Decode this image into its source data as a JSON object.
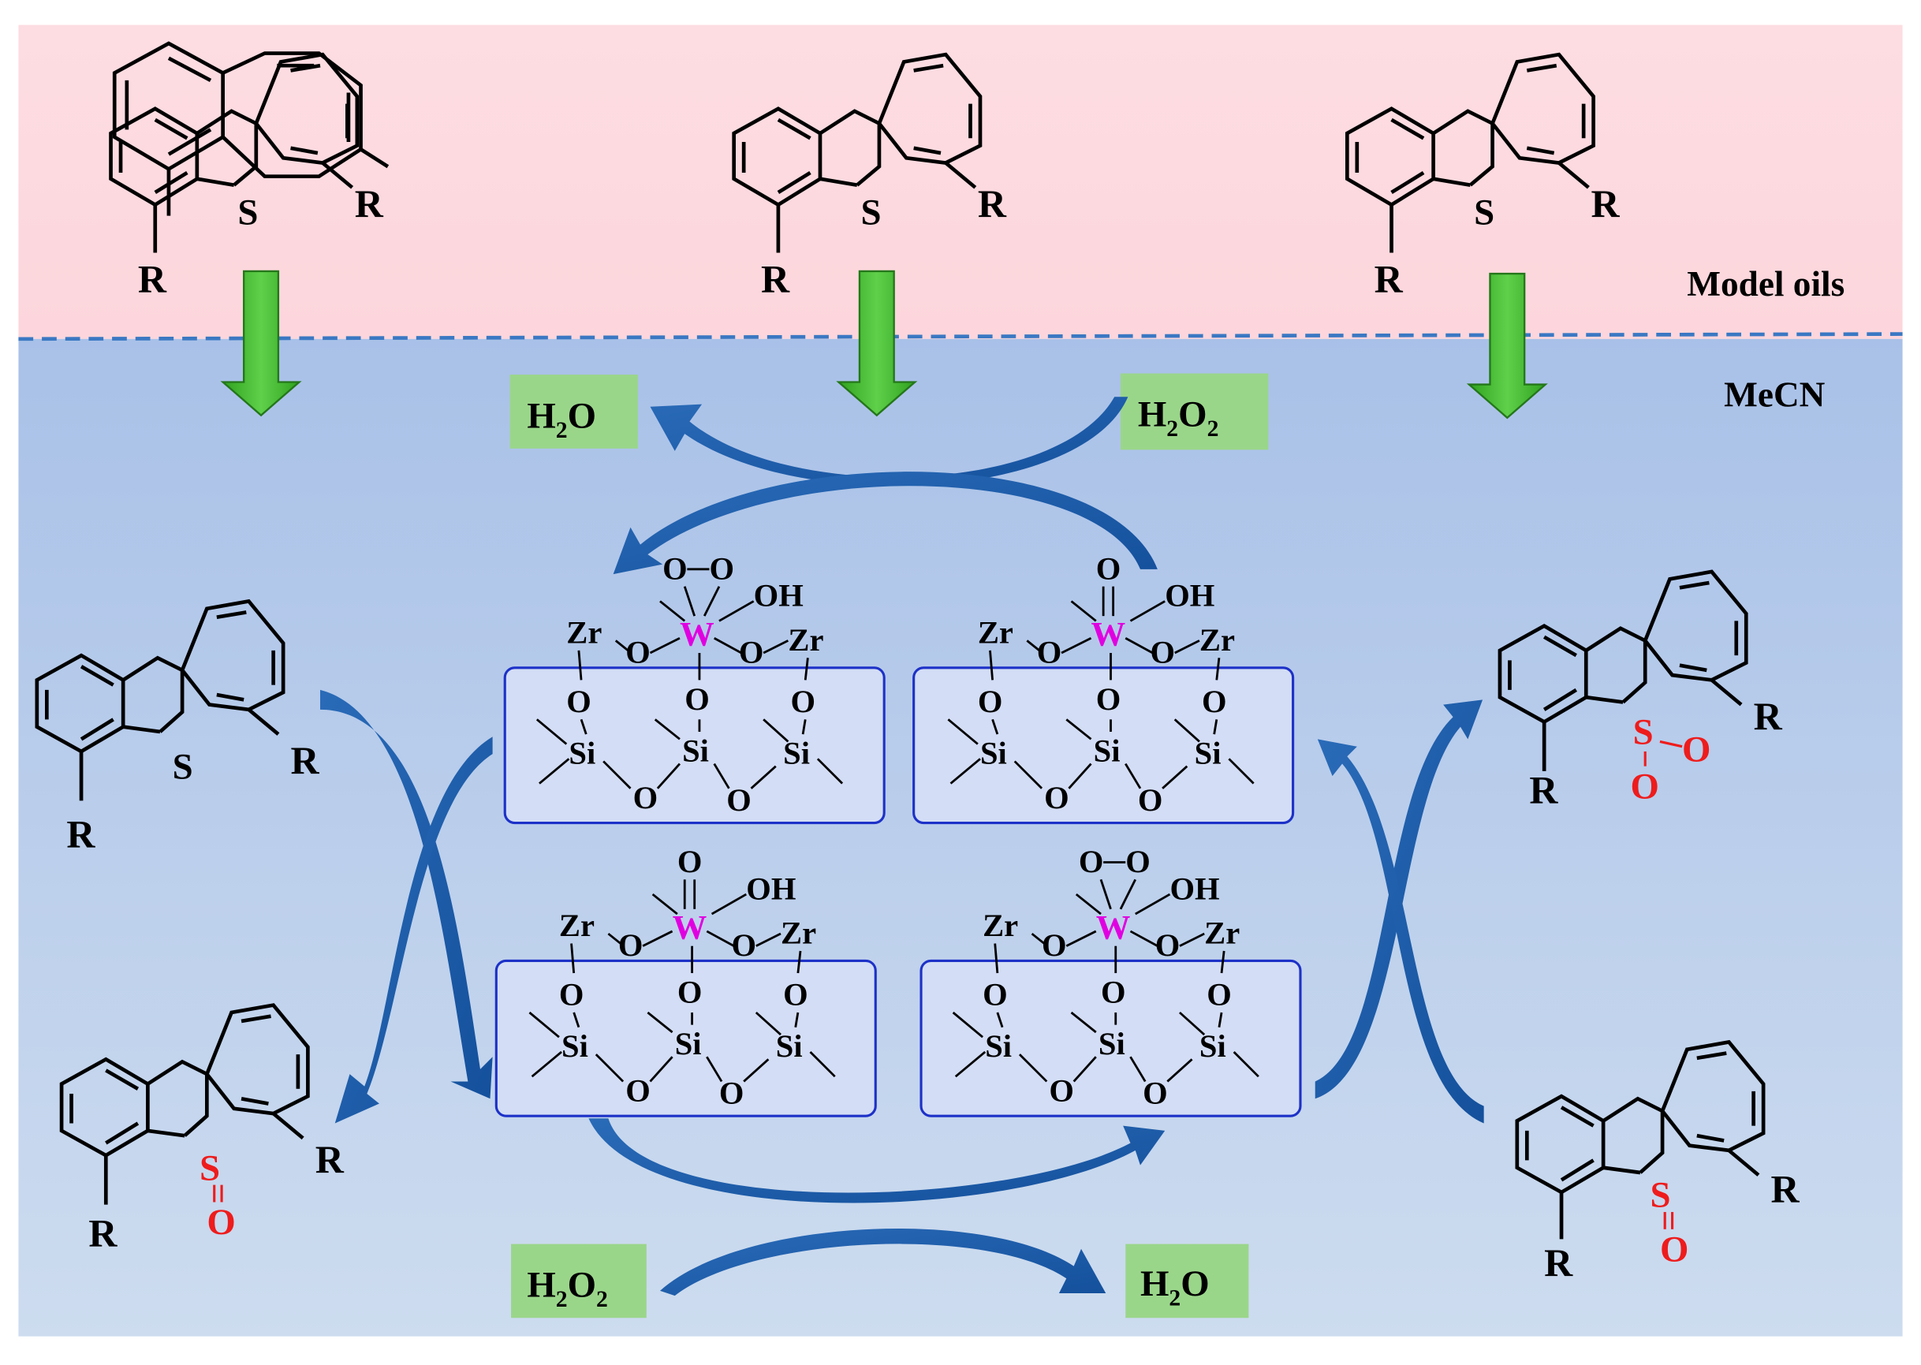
{
  "phases": {
    "oil_label": "Model oils",
    "solvent_label": "MeCN",
    "oil_color": "#fddde2",
    "solvent_color_top": "#a9c1e8",
    "solvent_color_bottom": "#cddcef"
  },
  "molecules": {
    "dbt_substituent": "R",
    "sulfur": "S",
    "oxygen": "O"
  },
  "catalyst": {
    "metal": "W",
    "zirconium": "Zr",
    "silicon": "Si",
    "oxygen": "O",
    "hydroxyl": "OH",
    "metal_color": "#e000e0"
  },
  "reagents": {
    "h2o_H": "H",
    "h2o_sub": "2",
    "h2o_O": "O",
    "h2o2_sub2": "2",
    "box_color": "#9ad68a"
  },
  "colors": {
    "arrow_green": "#3cb92c",
    "arrow_blue": "#1f5fad",
    "sulfone_red": "#ee1c1c",
    "divider": "#3a78c3"
  }
}
